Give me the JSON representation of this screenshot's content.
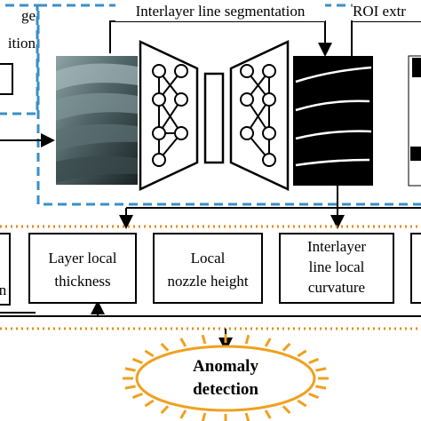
{
  "diagram": {
    "left_partial_top_lines": [
      "ge",
      "ition"
    ],
    "segmentation_label": "Interlayer line segmentation",
    "roi_label": "ROI extr",
    "features": [
      {
        "label_lines": [
          "Layer local",
          "thickness"
        ]
      },
      {
        "label_lines": [
          "Local",
          "nozzle height"
        ]
      },
      {
        "label_lines": [
          "Interlayer",
          "line local",
          "curvature"
        ]
      }
    ],
    "left_partial_feature_char": "n",
    "anomaly_lines": [
      "Anomaly",
      "detection"
    ],
    "colors": {
      "dashed_blue": "#3a8fc4",
      "dotted_orange": "#e58a1f",
      "burst_orange": "#f0a020",
      "ink": "#000000"
    },
    "icons": [
      "neural-encoder-icon",
      "neural-decoder-icon",
      "sun-burst-icon"
    ]
  }
}
